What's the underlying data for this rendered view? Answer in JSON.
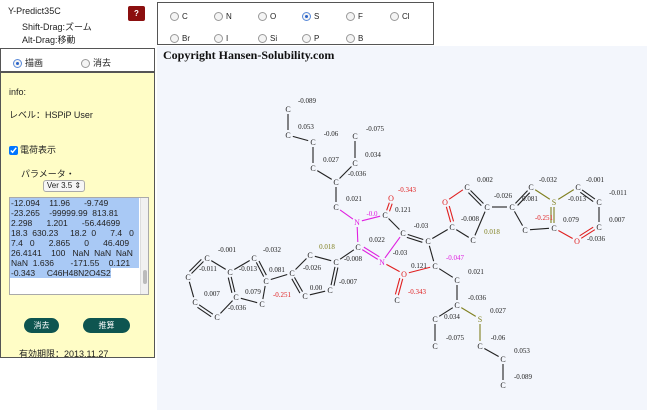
{
  "app": {
    "title": "Y-Predict35C",
    "hint_zoom": "Shift-Drag:ズーム",
    "hint_move": "Alt-Drag:移動",
    "help_label": "?"
  },
  "mode": {
    "draw": "描画",
    "erase": "消去",
    "selected": "draw"
  },
  "panel": {
    "info_label": "info:",
    "level": "レベル：HSPiP User",
    "show_charge_label": "電荷表示",
    "show_charge_checked": true,
    "param_label": "パラメータ・",
    "version": "Ver 3.5",
    "output_lines": [
      "-12.094    11.96      -9.749",
      "-23.265    -99999.99  813.81",
      "2.298      1.201      -56.44699",
      "18.3  630.23     18.2  0      7.4   0",
      "7.4   0      2.865      0      46.409",
      "26.4141    100   NaN  NaN  NaN",
      "NaN  1.636       -171.55    0.121",
      "-0.343     C46H48N2O4S2"
    ],
    "clear_button": "消去",
    "estimate_button": "推算",
    "expiry": "有効期限：2013.11.27"
  },
  "elements": {
    "items": [
      "C",
      "N",
      "O",
      "S",
      "F",
      "Cl",
      "Br",
      "I",
      "Si",
      "P",
      "B"
    ],
    "selected": "S"
  },
  "canvas": {
    "copyright": "Copyright Hansen-Solubility.com"
  },
  "colors": {
    "C": "#222222",
    "N": "#e020e0",
    "O": "#e02020",
    "S": "#808020",
    "help": "#8b0f0f",
    "button": "#0e5550",
    "panel": "#fffdc6"
  },
  "molecule": {
    "atoms": [
      "C",
      "C",
      "C",
      "C",
      "C",
      "C",
      "C",
      "C",
      "N",
      "C",
      "O",
      "C",
      "C",
      "C",
      "N",
      "C",
      "O",
      "C",
      "C",
      "C",
      "C",
      "C",
      "S",
      "C",
      "C",
      "C",
      "C",
      "O",
      "C",
      "C",
      "C",
      "C",
      "C",
      "S",
      "C",
      "C",
      "C",
      "C",
      "C",
      "O",
      "C",
      "C",
      "C",
      "C",
      "C",
      "C",
      "C",
      "C",
      "C",
      "C",
      "C",
      "C",
      "C",
      "C"
    ],
    "charges": [
      "-0.089",
      "0.053",
      "-0.06",
      "-0.075",
      "0.027",
      "0.034",
      "-0.036",
      "0.021",
      "-0.0",
      "-0.343",
      "0.121",
      "-0.03",
      "0.022",
      "-0.03",
      "-0.008",
      "-0.047",
      "0.121",
      "-0.343",
      "0.021",
      "-0.036",
      "0.034",
      "0.027",
      "-0.075",
      "-0.06",
      "0.053",
      "-0.089",
      "0.002",
      "-0.026",
      "0.081",
      "-0.008",
      "0.018",
      "-0.032",
      "-0.013",
      "-0.001",
      "-0.011",
      "0.007",
      "-0.036",
      "0.079",
      "-0.251",
      "0.018",
      "-0.026",
      "0.081",
      "0.00",
      "-0.007",
      "-0.001",
      "-0.032",
      "-0.011",
      "-0.013",
      "0.007",
      "0.079",
      "-0.251",
      "-0.036"
    ]
  }
}
